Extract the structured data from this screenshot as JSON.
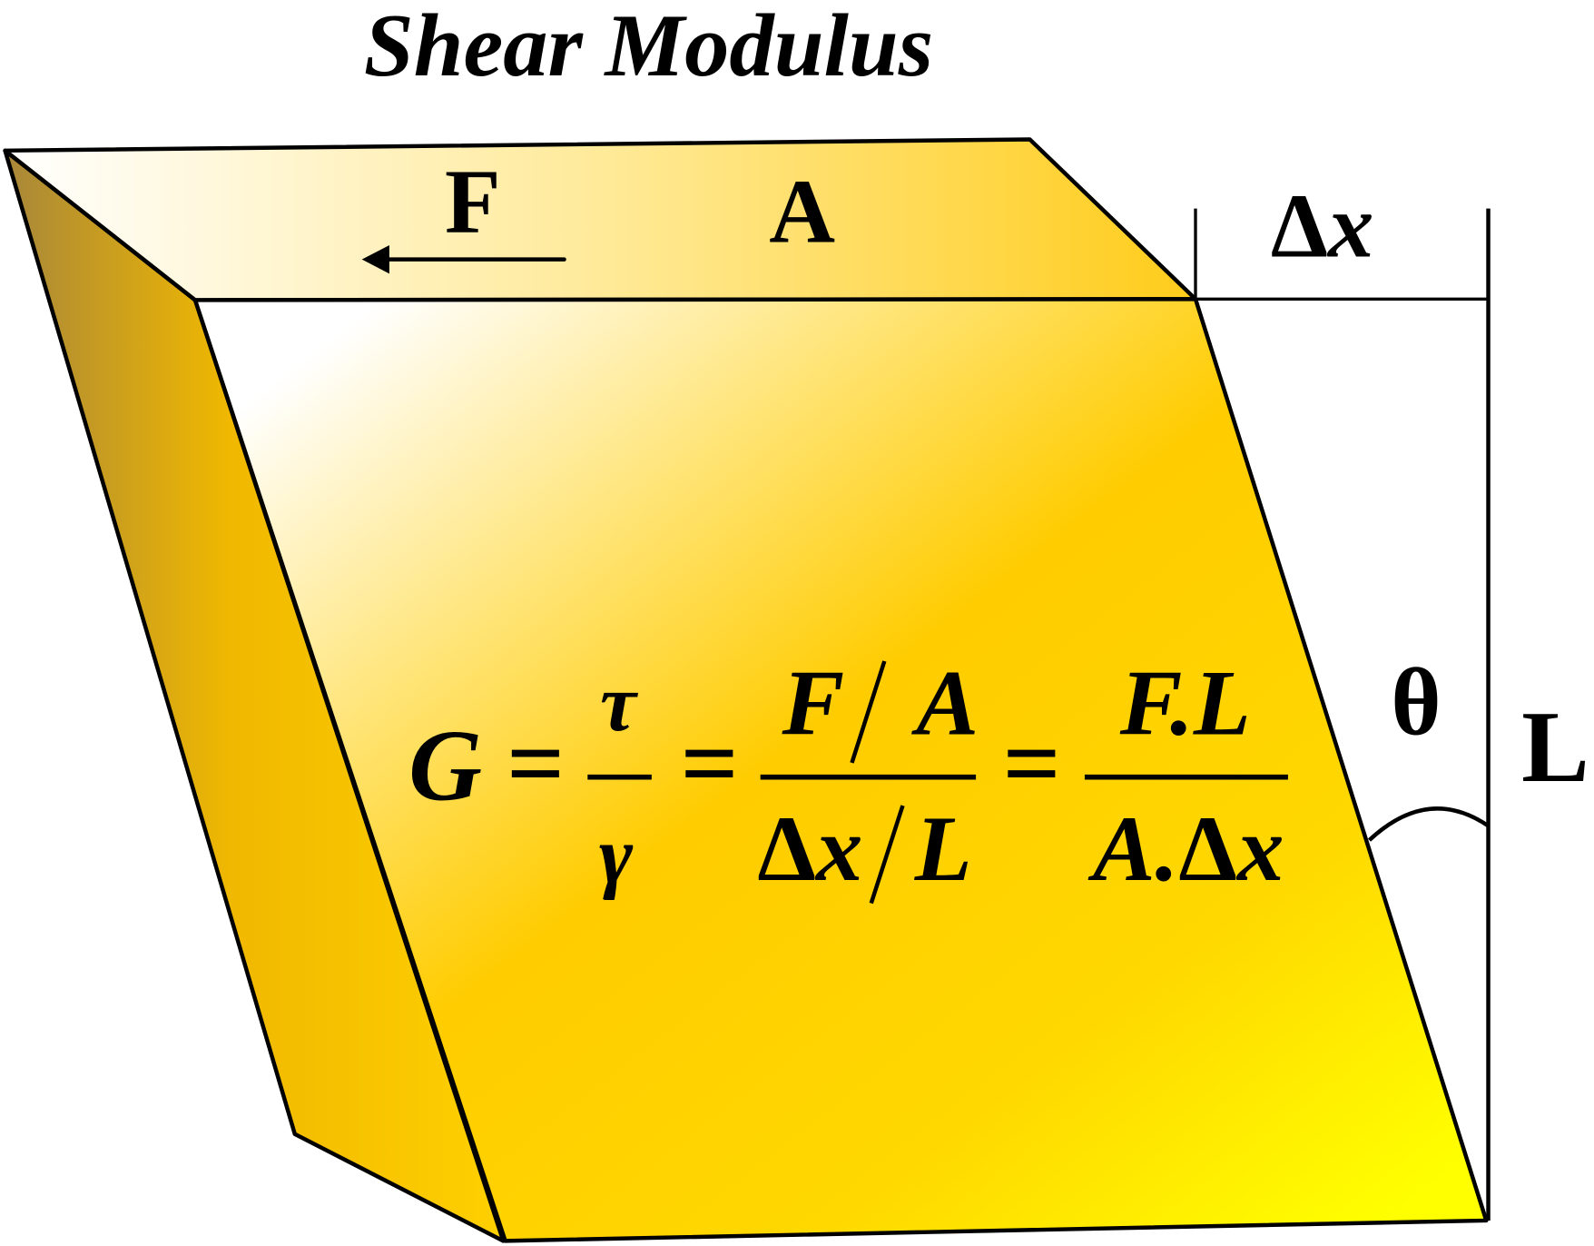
{
  "title": "Shear Modulus",
  "labels": {
    "force": "F",
    "area": "A",
    "displacement_delta": "Δ",
    "displacement_x": "x",
    "angle": "θ",
    "length": "L"
  },
  "formula": {
    "lhs": "G",
    "eq": "=",
    "frac1": {
      "num": "τ",
      "den": "γ"
    },
    "frac2": {
      "num_a": "F",
      "num_b": "A",
      "den_delta": "Δ",
      "den_x": "x",
      "den_b": "L"
    },
    "frac3": {
      "num": "F.L",
      "den_a": "A.",
      "den_delta": "Δ",
      "den_x": "x"
    }
  },
  "colors": {
    "outline": "#000000",
    "block_light": "#fffbe8",
    "block_mid": "#ffcc00",
    "block_bright": "#ffff00",
    "side_dark": "#a8873a"
  }
}
